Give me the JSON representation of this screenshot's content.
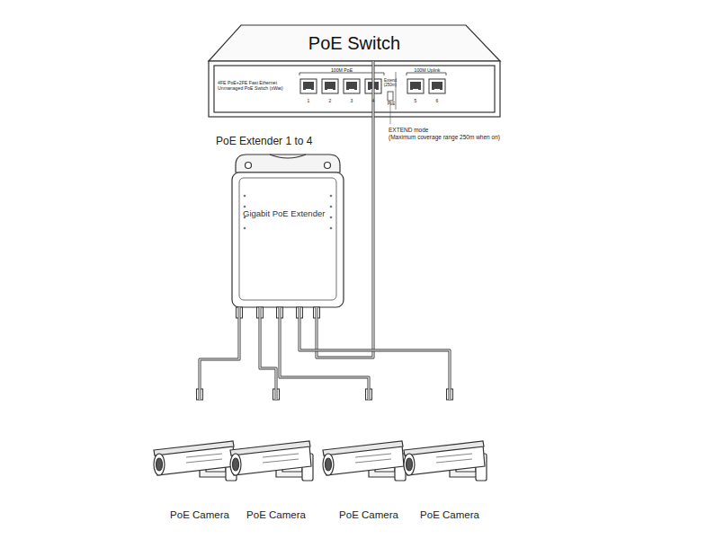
{
  "diagram": {
    "nodes": [
      {
        "text": [
          "PoE Switch"
        ]
      },
      {
        "text": [
          "PoE Extender 1 to 4",
          "Gigabit PoE Extender"
        ]
      },
      {
        "text": [
          "PoE Camera"
        ]
      },
      {
        "text": [
          "PoE Camera"
        ]
      },
      {
        "text": [
          "PoE Camera"
        ]
      },
      {
        "text": [
          "PoE Camera"
        ]
      }
    ],
    "edges": [
      {
        "from": 0,
        "to": 1,
        "arrow": "none"
      },
      {
        "from": 1,
        "to": 2,
        "arrow": "none"
      },
      {
        "from": 1,
        "to": 3,
        "arrow": "none"
      },
      {
        "from": 1,
        "to": 4,
        "arrow": "none"
      },
      {
        "from": 1,
        "to": 5,
        "arrow": "none"
      }
    ],
    "labels": [
      "4FE PoE+2FE Fast Ethernet Unmanaged PoE Switch (xWat)",
      "100M PoE",
      "1",
      "2",
      "3",
      "4",
      "100M Uplink",
      "5",
      "6",
      "Extend (250m)",
      "PoE",
      "EXTEND mode",
      "(Maximum coverage range 250m when on)"
    ]
  }
}
